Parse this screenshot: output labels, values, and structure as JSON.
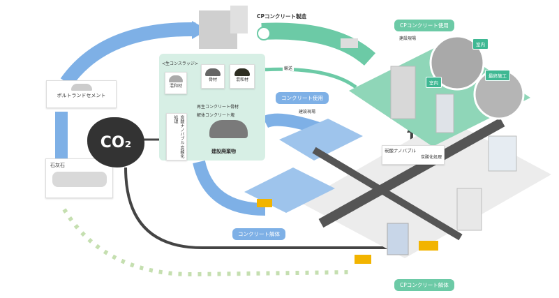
{
  "diagram": {
    "title": "CO2 concrete cycle",
    "co2_label": "CO₂",
    "factory_label": "CPコンクリート製造",
    "portland_cement_label": "ポルトランドセメント",
    "limestone_label": "石灰石",
    "materials_panel": {
      "mixing_label": "<生コンスラッジ>",
      "admixture_label": "混和材",
      "aggregate_label": "骨材",
      "sand_label": "混和材",
      "process_label": "再生コンクリート骨材",
      "process_sub_label": "解体コンクリート塊",
      "nano_bubble_label": "炭酸ナノバブル 炭酸化処理",
      "waste_label": "建設廃棄物",
      "supply_label": "輸送"
    },
    "cp_use": {
      "label": "CPコンクリート使用",
      "sub": "建設現場",
      "tag_interior": "室内",
      "tag_interior2": "室内",
      "tag_finish": "最終施工"
    },
    "concrete_use": {
      "label": "コンクリート使用",
      "sub": "建設現場"
    },
    "concrete_demolition": {
      "label": "コンクリート解体"
    },
    "cp_demolition": {
      "label": "CPコンクリート解体"
    },
    "nano_bubble_city": {
      "label": "炭酸ナノバブル",
      "sub": "炭酸化処理"
    },
    "colors": {
      "green": "#6ccaa6",
      "blue": "#7eb0e6",
      "dark": "#333333",
      "panel": "#d7efe5",
      "dotted": "#c5dfb0"
    }
  }
}
